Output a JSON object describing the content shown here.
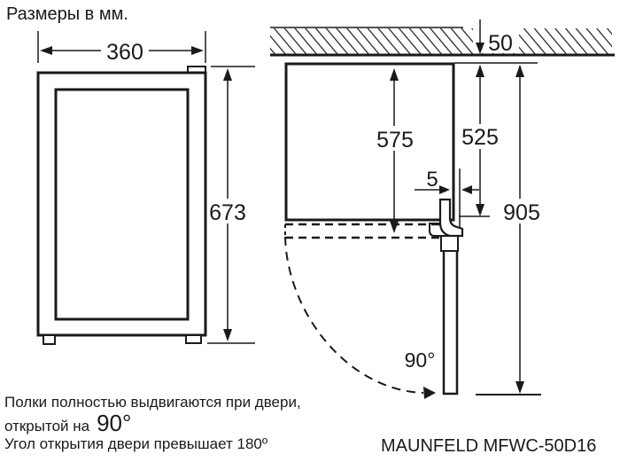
{
  "title": "Размеры в мм.",
  "model_label": "MAUNFELD MFWC-50D16",
  "dimensions": {
    "front_width": "360",
    "front_height": "673",
    "wall_gap": "50",
    "shelf_depth": "575",
    "cabinet_depth": "525",
    "total_depth": "905",
    "door_clearance": "5",
    "door_angle": "90°"
  },
  "notes": {
    "shelves_line1": "Полки полностью выдвигаются при двери,",
    "shelves_line2_prefix": "открытой на",
    "shelves_line2_angle": "90°",
    "door_angle_note": "Угол открытия двери превышает 180º"
  },
  "colors": {
    "ink": "#1a1a1a",
    "background": "#ffffff"
  }
}
